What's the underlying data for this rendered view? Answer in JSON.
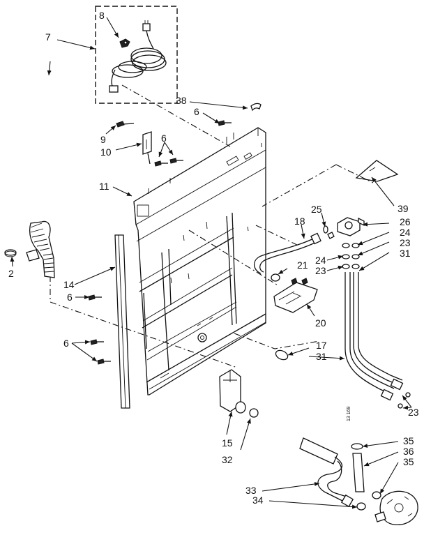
{
  "diagram": {
    "background": "#ffffff",
    "ink": "#111111",
    "code_stamp": "13 169",
    "labels": [
      {
        "id": "l7",
        "text": "7"
      },
      {
        "id": "l8",
        "text": "8"
      },
      {
        "id": "l38",
        "text": "38"
      },
      {
        "id": "l6a",
        "text": "6"
      },
      {
        "id": "l9",
        "text": "9"
      },
      {
        "id": "l10",
        "text": "10"
      },
      {
        "id": "l6b",
        "text": "6"
      },
      {
        "id": "l11",
        "text": "11"
      },
      {
        "id": "l39",
        "text": "39"
      },
      {
        "id": "l25",
        "text": "25"
      },
      {
        "id": "l18",
        "text": "18"
      },
      {
        "id": "l26",
        "text": "26"
      },
      {
        "id": "l24a",
        "text": "24"
      },
      {
        "id": "l23a",
        "text": "23"
      },
      {
        "id": "l24b",
        "text": "24"
      },
      {
        "id": "l23b",
        "text": "23"
      },
      {
        "id": "l31a",
        "text": "31"
      },
      {
        "id": "l21",
        "text": "21"
      },
      {
        "id": "l2",
        "text": "2"
      },
      {
        "id": "l14",
        "text": "14"
      },
      {
        "id": "l6c",
        "text": "6"
      },
      {
        "id": "l20",
        "text": "20"
      },
      {
        "id": "l6d",
        "text": "6"
      },
      {
        "id": "l17",
        "text": "17"
      },
      {
        "id": "l31b",
        "text": "31"
      },
      {
        "id": "l23c",
        "text": "23"
      },
      {
        "id": "l15",
        "text": "15"
      },
      {
        "id": "l32",
        "text": "32"
      },
      {
        "id": "l35a",
        "text": "35"
      },
      {
        "id": "l36",
        "text": "36"
      },
      {
        "id": "l35b",
        "text": "35"
      },
      {
        "id": "l33",
        "text": "33"
      },
      {
        "id": "l34",
        "text": "34"
      }
    ]
  }
}
